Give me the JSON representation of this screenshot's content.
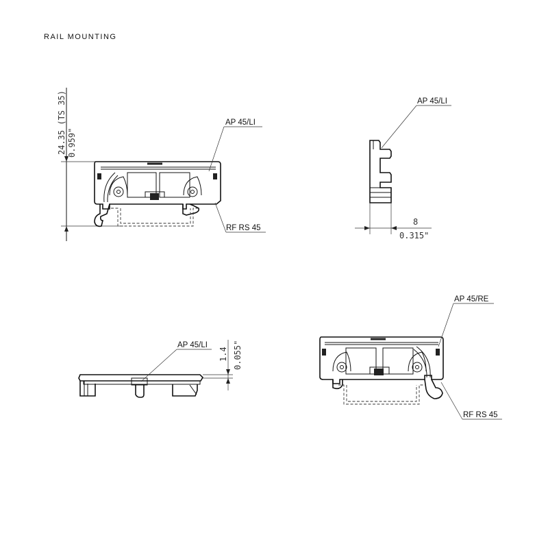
{
  "title": "RAIL MOUNTING",
  "views": {
    "front_left": {
      "label_top": "AP 45/LI",
      "label_bottom": "RF RS 45",
      "dim_height_mm": "24.35 (TS 35)",
      "dim_height_in": "0.959\""
    },
    "side": {
      "label_top": "AP 45/LI",
      "dim_width_mm": "8",
      "dim_width_in": "0.315\""
    },
    "top": {
      "label": "AP 45/LI",
      "dim_thickness_mm": "1.4",
      "dim_thickness_in": "0.055\""
    },
    "front_right": {
      "label_top": "AP 45/RE",
      "label_bottom": "RF RS 45"
    }
  },
  "colors": {
    "line": "#111111",
    "background": "#ffffff"
  }
}
